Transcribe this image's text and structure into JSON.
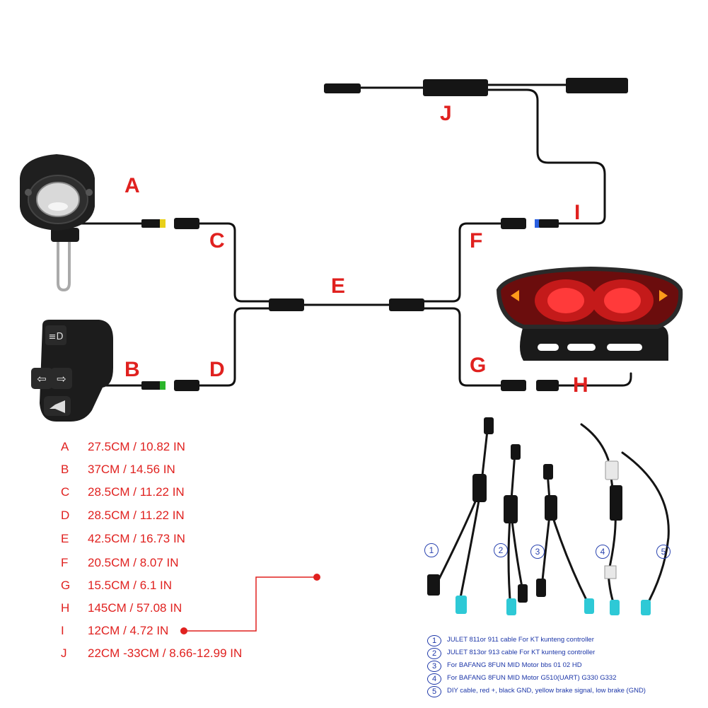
{
  "segment_labels": {
    "A": "A",
    "B": "B",
    "C": "C",
    "D": "D",
    "E": "E",
    "F": "F",
    "G": "G",
    "H": "H",
    "I": "I",
    "J": "J"
  },
  "specs": [
    {
      "key": "A",
      "value": "27.5CM / 10.82 IN"
    },
    {
      "key": "B",
      "value": "37CM / 14.56 IN"
    },
    {
      "key": "C",
      "value": "28.5CM / 11.22 IN"
    },
    {
      "key": "D",
      "value": "28.5CM / 11.22 IN"
    },
    {
      "key": "E",
      "value": "42.5CM / 16.73 IN"
    },
    {
      "key": "F",
      "value": "20.5CM / 8.07 IN"
    },
    {
      "key": "G",
      "value": "15.5CM / 6.1 IN"
    },
    {
      "key": "H",
      "value": "145CM / 57.08 IN"
    },
    {
      "key": "I",
      "value": "12CM / 4.72 IN"
    },
    {
      "key": "J",
      "value": "22CM -33CM / 8.66-12.99 IN"
    }
  ],
  "cable_numbers": [
    "1",
    "2",
    "3",
    "4",
    "5"
  ],
  "legend": [
    {
      "num": "1",
      "text": "JULET 811or 911 cable For KT kunteng controller"
    },
    {
      "num": "2",
      "text": "JULET 813or 913 cable For KT kunteng controller"
    },
    {
      "num": "3",
      "text": "For BAFANG 8FUN MID Motor bbs 01 02 HD"
    },
    {
      "num": "4",
      "text": "For BAFANG 8FUN MID Motor G510(UART)  G330 G332"
    },
    {
      "num": "5",
      "text": "DIY cable, red +, black GND, yellow brake signal, low brake (GND)"
    }
  ],
  "colors": {
    "accent": "#e0211f",
    "legend": "#1c36a8",
    "cable": "#111111",
    "connector_yellow": "#e8d01a",
    "connector_green": "#2bb52b",
    "connector_blue": "#2a5fe0",
    "tip_cyan": "#2ec9d6"
  },
  "icons": [
    "headlight-icon",
    "switch-icon",
    "taillight-icon",
    "light-symbol-icon",
    "arrow-left-icon",
    "arrow-right-icon",
    "horn-icon"
  ]
}
